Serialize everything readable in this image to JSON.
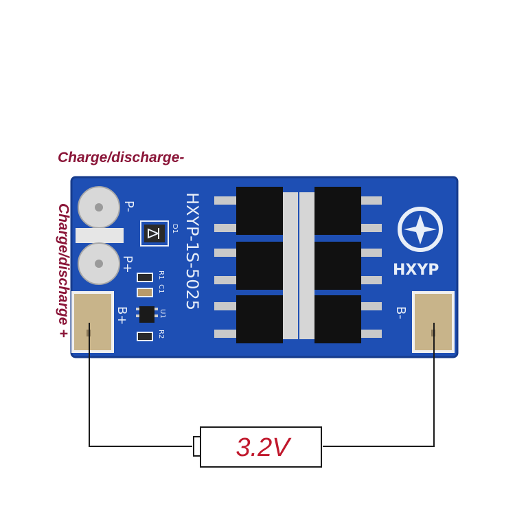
{
  "labels": {
    "charge_minus": "Charge/discharge-",
    "charge_plus": "Charge/discharge +"
  },
  "board": {
    "model": "HXYP-1S-5025",
    "brand": "HXYP",
    "pad_p_minus": "P-",
    "pad_p_plus": "P+",
    "pad_b_plus": "B+",
    "pad_b_minus": "B-",
    "d1": "D1",
    "r1": "R1",
    "c1": "C1",
    "u1": "U1",
    "r2": "R2"
  },
  "battery": {
    "voltage": "3.2V"
  },
  "colors": {
    "pcb": "#1e4fb4",
    "label": "#8a1538",
    "battery_text": "#c0182c",
    "pad_silver": "#c9c9c9",
    "pad_gold": "#c8b48a"
  }
}
